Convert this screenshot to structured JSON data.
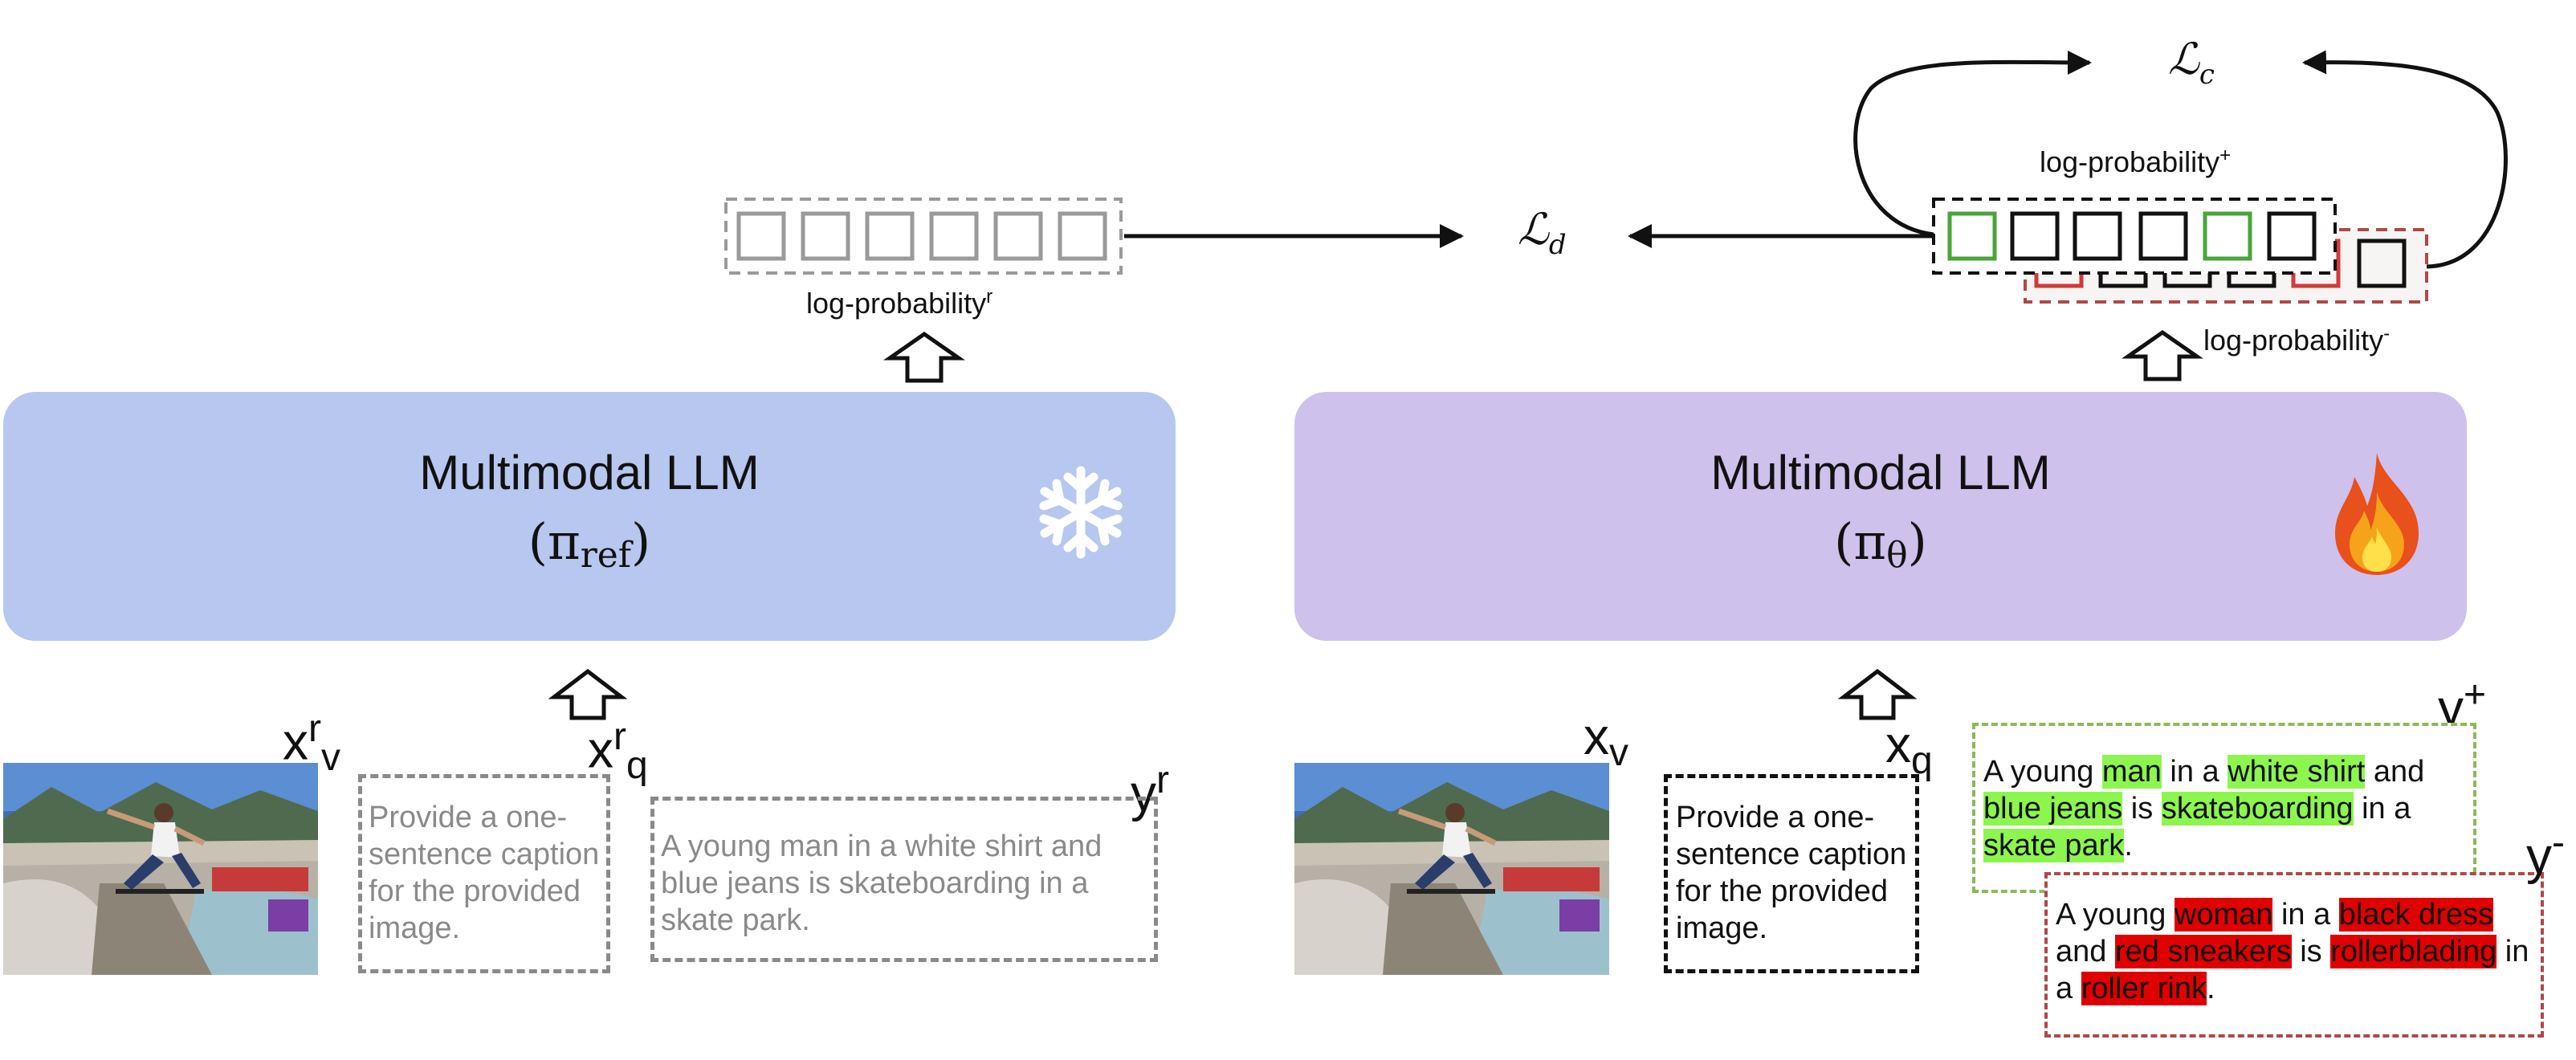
{
  "reference_model": {
    "title": "Multimodal LLM",
    "symbol": "π",
    "subscript": "ref",
    "icon": "snowflake-icon"
  },
  "policy_model": {
    "title": "Multimodal LLM",
    "symbol": "π",
    "subscript": "θ",
    "icon": "fire-icon"
  },
  "reference_input": {
    "image_var": "x",
    "image_var_sup": "r",
    "image_var_sub": "v",
    "query_var": "x",
    "query_var_sup": "r",
    "query_var_sub": "q",
    "query_text": "Provide a one-sentence caption for the provided image.",
    "response_var": "y",
    "response_var_sup": "r",
    "response_text": "A young man in a white shirt and blue jeans is skateboarding in a skate park."
  },
  "policy_input": {
    "image_var": "x",
    "image_var_sub": "v",
    "query_var": "x",
    "query_var_sub": "q",
    "query_text": "Provide a one-sentence caption for the provided image.",
    "positive_var": "y",
    "positive_var_sup": "+",
    "negative_var": "y",
    "negative_var_sup": "-"
  },
  "positive_segments": [
    {
      "t": "A young ",
      "h": false
    },
    {
      "t": "man",
      "h": true
    },
    {
      "t": " in a ",
      "h": false
    },
    {
      "t": "white shirt",
      "h": true
    },
    {
      "t": " and ",
      "h": false
    },
    {
      "t": "blue jeans",
      "h": true
    },
    {
      "t": " is ",
      "h": false
    },
    {
      "t": "skateboarding",
      "h": true
    },
    {
      "t": " in a ",
      "h": false
    },
    {
      "t": "skate park",
      "h": true
    },
    {
      "t": ".",
      "h": false
    }
  ],
  "negative_segments": [
    {
      "t": "A young ",
      "h": false
    },
    {
      "t": "woman",
      "h": true
    },
    {
      "t": " in a ",
      "h": false
    },
    {
      "t": "black dress",
      "h": true
    },
    {
      "t": " and ",
      "h": false
    },
    {
      "t": "red sneakers",
      "h": true
    },
    {
      "t": " is ",
      "h": false
    },
    {
      "t": "rollerblading",
      "h": true
    },
    {
      "t": " in a ",
      "h": false
    },
    {
      "t": "roller rink",
      "h": true
    },
    {
      "t": ".",
      "h": false
    }
  ],
  "log_probs": {
    "reference_label": "log-probability",
    "reference_sup": "r",
    "positive_label": "log-probability",
    "positive_sup": "+",
    "negative_label": "log-probability",
    "negative_sup": "-"
  },
  "losses": {
    "dpo_symbol": "ℒ",
    "dpo_sub": "d",
    "contrastive_symbol": "ℒ",
    "contrastive_sub": "c"
  },
  "colors": {
    "reference_block": "#b8c7ef",
    "policy_block": "#cec1ec",
    "positive_highlight": "#8cf64e",
    "negative_highlight": "#e00000"
  }
}
